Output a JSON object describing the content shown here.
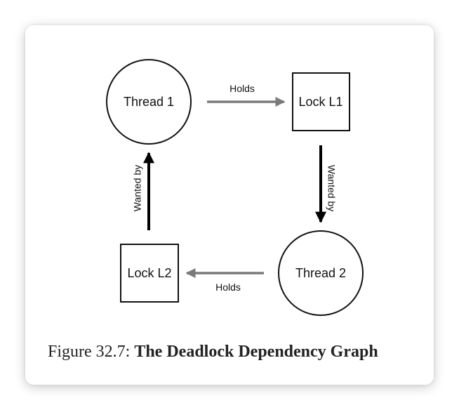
{
  "diagram": {
    "nodes": {
      "thread1": {
        "label": "Thread 1",
        "shape": "circle"
      },
      "lock1": {
        "label": "Lock L1",
        "shape": "square"
      },
      "thread2": {
        "label": "Thread 2",
        "shape": "circle"
      },
      "lock2": {
        "label": "Lock L2",
        "shape": "square"
      }
    },
    "edges": {
      "t1_holds_l1": {
        "label": "Holds",
        "from": "thread1",
        "to": "lock1",
        "color": "#7a7a7a"
      },
      "l1_wanted_t2": {
        "label": "Wanted by",
        "from": "lock1",
        "to": "thread2",
        "color": "#000000"
      },
      "t2_holds_l2": {
        "label": "Holds",
        "from": "thread2",
        "to": "lock2",
        "color": "#7a7a7a"
      },
      "l2_wanted_t1": {
        "label": "Wanted by",
        "from": "lock2",
        "to": "thread1",
        "color": "#000000"
      }
    }
  },
  "caption": {
    "prefix": "Figure 32.7:",
    "title": "The Deadlock Dependency Graph"
  }
}
